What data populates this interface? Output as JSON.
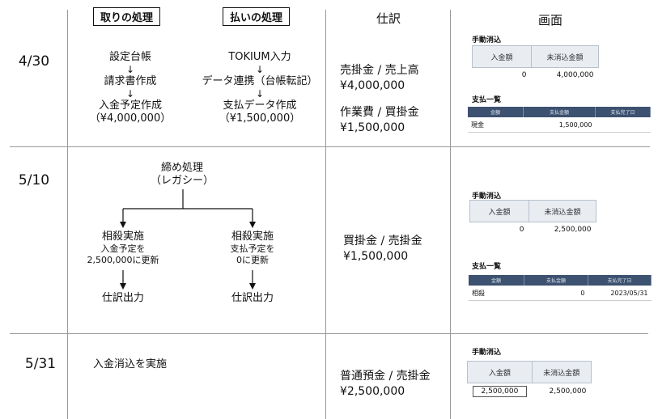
{
  "header": {
    "receipt_label": "取りの処理",
    "payment_label": "払いの処理",
    "journal_header": "仕訳",
    "screen_header": "画面"
  },
  "row1": {
    "date": "4/30",
    "receipt_flow": [
      "設定台帳",
      "↓",
      "請求書作成",
      "↓",
      "入金予定作成",
      "（¥4,000,000）"
    ],
    "payment_flow": [
      "TOKIUM入力",
      "↓",
      "データ連携（台帳転記）",
      "↓",
      "支払データ作成",
      "（¥1,500,000）"
    ],
    "journal": [
      "売掛金 / 売上高",
      "¥4,000,000",
      "作業費 / 買掛金",
      "¥1,500,000"
    ],
    "screen": {
      "manual_title": "手動消込",
      "manual_headers": [
        "入金額",
        "未消込金額"
      ],
      "manual_values": [
        "0",
        "4,000,000"
      ],
      "payment_title": "支払一覧",
      "payment_headers": [
        "金額",
        "支払金額",
        "支払完了日"
      ],
      "payment_row": [
        "現金",
        "1,500,000",
        ""
      ]
    }
  },
  "row2": {
    "date": "5/10",
    "root": [
      "締め処理",
      "（レガシー）"
    ],
    "left_branch": [
      "相殺実施",
      "入金予定を",
      "2,500,000に更新",
      "仕訳出力"
    ],
    "right_branch": [
      "相殺実施",
      "支払予定を",
      "0に更新",
      "仕訳出力"
    ],
    "journal": [
      "買掛金 / 売掛金",
      "¥1,500,000"
    ],
    "screen": {
      "manual_title": "手動消込",
      "manual_headers": [
        "入金額",
        "未消込金額"
      ],
      "manual_values": [
        "0",
        "2,500,000"
      ],
      "payment_title": "支払一覧",
      "payment_headers": [
        "金額",
        "支払金額",
        "支払完了日"
      ],
      "payment_row": [
        "相殺",
        "0",
        "2023/05/31"
      ]
    }
  },
  "row3": {
    "date": "5/31",
    "action": "入金消込を実施",
    "journal": [
      "普通預金 / 売掛金",
      "¥2,500,000"
    ],
    "screen": {
      "manual_title": "手動消込",
      "manual_headers": [
        "入金額",
        "未消込金額"
      ],
      "manual_values": [
        "2,500,000",
        "2,500,000"
      ]
    }
  }
}
